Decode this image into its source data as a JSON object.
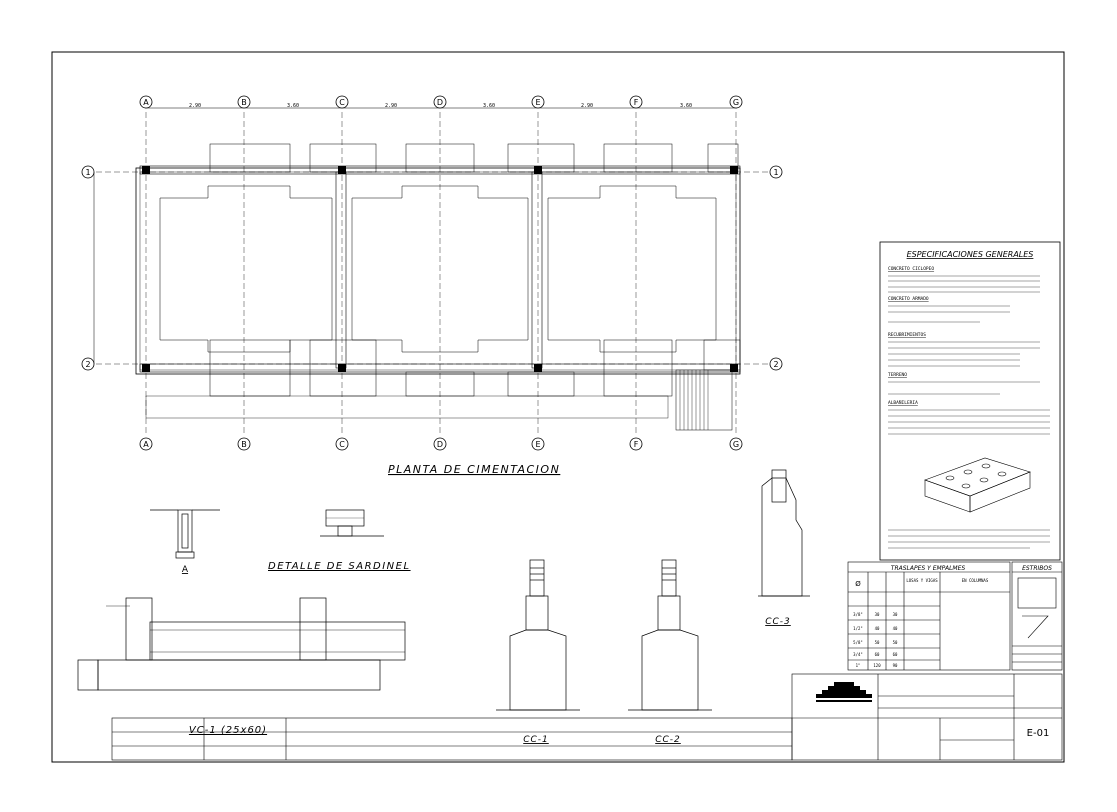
{
  "plan": {
    "title": "PLANTA DE CIMENTACION",
    "axes_letters": [
      "A",
      "B",
      "C",
      "D",
      "E",
      "F",
      "G"
    ],
    "axes_numbers": [
      "1",
      "2"
    ],
    "spans_x": [
      "2.90",
      "3.60",
      "2.90",
      "3.60",
      "2.90",
      "3.60"
    ]
  },
  "details": {
    "sardinel_title": "DETALLE DE SARDINEL",
    "detail_a": "A",
    "vc_title": "VC-1 (25x60)",
    "cc1": "CC-1",
    "cc2": "CC-2",
    "cc3": "CC-3"
  },
  "specs": {
    "title": "ESPECIFICACIONES GENERALES",
    "concreto_ciclopeo": "CONCRETO CICLOPEO",
    "concreto_armado": "CONCRETO ARMADO",
    "recubrimientos": "RECUBRIMIENTOS",
    "terreno": "TERRENO",
    "albanileria": "ALBAÑILERIA"
  },
  "traslapes": {
    "title": "TRASLAPES Y EMPALMES",
    "estribos_title": "ESTRIBOS",
    "col_diam": "Ø",
    "col_losas": "LOSAS Y VIGAS",
    "col_columnas": "EN COLUMNAS",
    "rows": [
      {
        "d": "3/8\"",
        "a": "30",
        "b": "30"
      },
      {
        "d": "1/2\"",
        "a": "40",
        "b": "40"
      },
      {
        "d": "5/8\"",
        "a": "50",
        "b": "50"
      },
      {
        "d": "3/4\"",
        "a": "60",
        "b": "60"
      },
      {
        "d": "1\"",
        "a": "120",
        "b": "90"
      }
    ]
  },
  "titleblock": {
    "sheet": "E-01"
  }
}
